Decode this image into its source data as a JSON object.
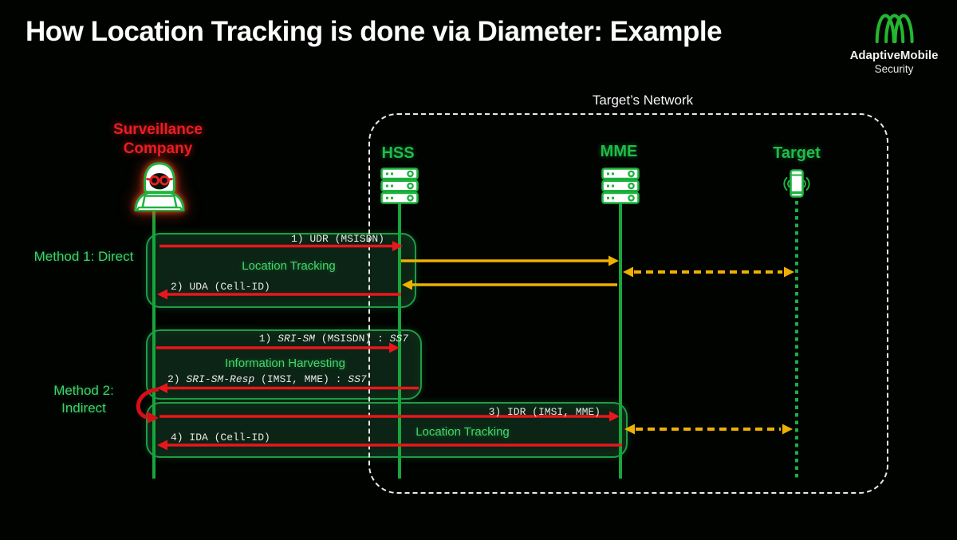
{
  "title": "How Location Tracking is done via Diameter: Example",
  "logo": {
    "brand": "AdaptiveMobile",
    "subtitle": "Security"
  },
  "network": {
    "label": "Target’s Network"
  },
  "actors": {
    "surveillance": {
      "line1": "Surveillance",
      "line2": "Company"
    },
    "hss": {
      "label": "HSS"
    },
    "mme": {
      "label": "MME"
    },
    "target": {
      "label": "Target"
    }
  },
  "method1": {
    "label": "Method 1: Direct",
    "box_label": "Location Tracking",
    "msg1": "1) UDR (MSISDN)",
    "msg2": "2) UDA (Cell-ID)"
  },
  "method2": {
    "label_line1": "Method 2:",
    "label_line2": "Indirect",
    "harvest_box_label": "Information Harvesting",
    "msg1_pre": "1) ",
    "msg1_it1": "SRI-SM",
    "msg1_mid": " (MSISDN) : ",
    "msg1_it2": "SS7",
    "msg2_pre": "2) ",
    "msg2_it1": "SRI-SM-Resp",
    "msg2_mid": " (IMSI, MME) : ",
    "msg2_it2": "SS7",
    "track_box_label": "Location Tracking",
    "msg3": "3) IDR (IMSI, MME)",
    "msg4": "4) IDA (Cell-ID)"
  },
  "colors": {
    "background": "#000000",
    "lifeline_green": "#17a53c",
    "entity_label_green": "#1fbc4a",
    "soft_label_green": "#43d76c",
    "box_fill": "#0c2415",
    "box_border": "#1f9c47",
    "red": "#e9161d",
    "surveillance_red": "#ec1c24",
    "yellow": "#eeb004",
    "white": "#f5f5f5"
  }
}
